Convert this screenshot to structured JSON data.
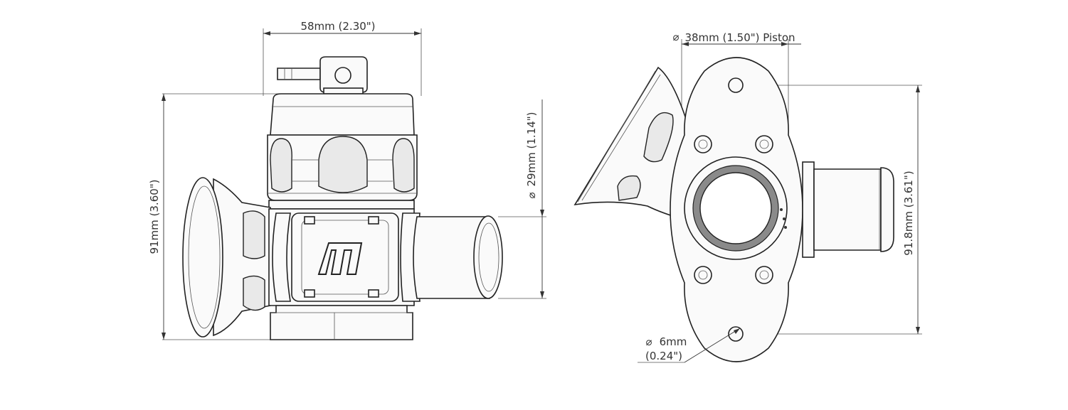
{
  "dimensions": {
    "width_top": "58mm (2.30\")",
    "height_left": "91mm (3.60\")",
    "outlet_diameter": "29mm (1.14\")",
    "piston": "38mm (1.50\") Piston",
    "height_right": "91.8mm (3.61\")",
    "hole_diameter_mm": "6mm",
    "hole_diameter_in": "(0.24\")"
  },
  "symbols": {
    "diameter": "⌀"
  },
  "colors": {
    "line": "#222222",
    "dimension": "#333333",
    "fill": "#fafafa",
    "shade": "#e9e9e9"
  },
  "icons": [
    "brand-logo-icon"
  ]
}
